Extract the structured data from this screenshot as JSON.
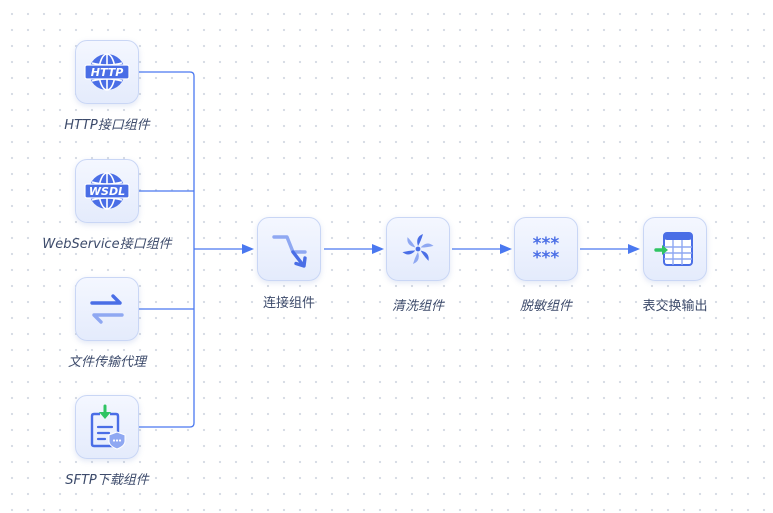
{
  "sources": [
    {
      "id": "http",
      "label": "HTTP接口组件",
      "icon": "http-globe-icon",
      "badge": "HTTP"
    },
    {
      "id": "wsdl",
      "label": "WebService接口组件",
      "icon": "wsdl-globe-icon",
      "badge": "WSDL"
    },
    {
      "id": "transfer",
      "label": "文件传输代理",
      "icon": "swap-arrows-icon"
    },
    {
      "id": "sftp",
      "label": "SFTP下载组件",
      "icon": "download-clipboard-icon"
    }
  ],
  "pipeline": [
    {
      "id": "connect",
      "label": "连接组件",
      "icon": "connect-zigzag-arrow-icon"
    },
    {
      "id": "clean",
      "label": "清洗组件",
      "icon": "pinwheel-icon"
    },
    {
      "id": "mask",
      "label": "脱敏组件",
      "icon": "asterisks-mask-icon",
      "glyph": "***"
    },
    {
      "id": "output",
      "label": "表交换输出",
      "icon": "table-export-icon"
    }
  ],
  "colors": {
    "wire": "#4a78f0",
    "icon_primary": "#4a6ee6",
    "icon_light": "#8fa8f2",
    "accent_green": "#2fc463",
    "label": "#3d4b6b"
  }
}
